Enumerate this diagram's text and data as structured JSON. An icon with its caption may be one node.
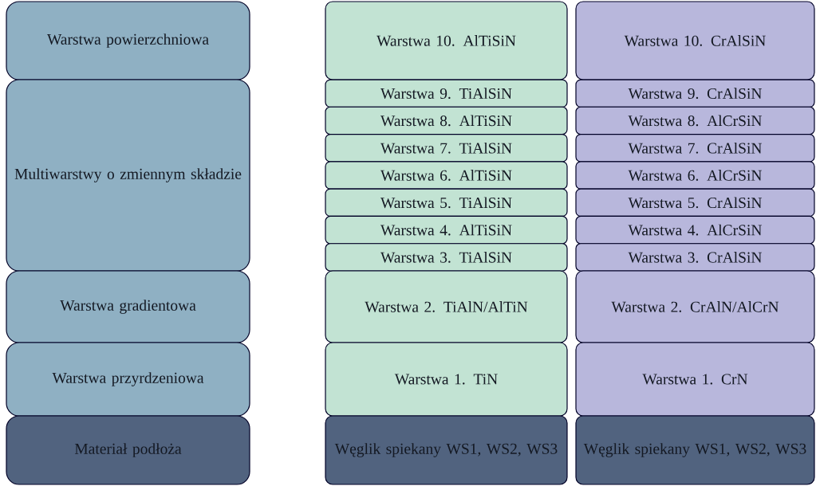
{
  "diagram": {
    "nodes": [
      {
        "text": [
          "Warstwa powierzchniowa"
        ]
      },
      {
        "text": [
          "Multiwarstwy o zmiennym składzie"
        ]
      },
      {
        "text": [
          "Warstwa gradientowa"
        ]
      },
      {
        "text": [
          "Warstwa przyrdzeniowa"
        ]
      },
      {
        "text": [
          "Materiał podłoża"
        ]
      },
      {
        "text": [
          "Warstwa 10. AlTiSiN"
        ]
      },
      {
        "text": [
          "Warstwa 9. TiAlSiN"
        ]
      },
      {
        "text": [
          "Warstwa 8. AlTiSiN"
        ]
      },
      {
        "text": [
          "Warstwa 7. TiAlSiN"
        ]
      },
      {
        "text": [
          "Warstwa 6. AlTiSiN"
        ]
      },
      {
        "text": [
          "Warstwa 5. TiAlSiN"
        ]
      },
      {
        "text": [
          "Warstwa 4. AlTiSiN"
        ]
      },
      {
        "text": [
          "Warstwa 3. TiAlSiN"
        ]
      },
      {
        "text": [
          "Warstwa 2. TiAlN/AlTiN"
        ]
      },
      {
        "text": [
          "Warstwa 1. TiN"
        ]
      },
      {
        "text": [
          "Węglik spiekany WS1, WS2, WS3"
        ]
      },
      {
        "text": [
          "Warstwa 10. CrAlSiN"
        ]
      },
      {
        "text": [
          "Warstwa 9. CrAlSiN"
        ]
      },
      {
        "text": [
          "Warstwa 8. AlCrSiN"
        ]
      },
      {
        "text": [
          "Warstwa 7. CrAlSiN"
        ]
      },
      {
        "text": [
          "Warstwa 6. AlCrSiN"
        ]
      },
      {
        "text": [
          "Warstwa 5. CrAlSiN"
        ]
      },
      {
        "text": [
          "Warstwa 4. AlCrSiN"
        ]
      },
      {
        "text": [
          "Warstwa 3. CrAlSiN"
        ]
      },
      {
        "text": [
          "Warstwa 2. CrAlN/AlCrN"
        ]
      },
      {
        "text": [
          "Warstwa 1. CrN"
        ]
      },
      {
        "text": [
          "Węglik spiekany WS1, WS2, WS3"
        ]
      }
    ]
  }
}
